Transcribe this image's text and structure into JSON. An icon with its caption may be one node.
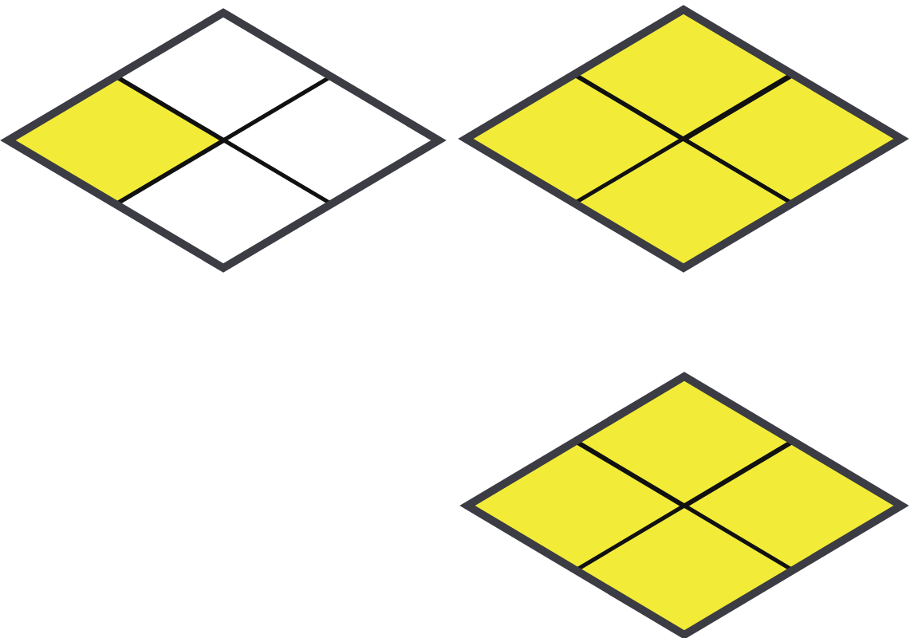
{
  "diagram": {
    "nodes": [
      {
        "text": [],
        "shape": "diamond"
      },
      {
        "text": [],
        "shape": "diamond",
        "in": 0
      },
      {
        "text": [],
        "shape": "diamond",
        "in": 0
      },
      {
        "text": [],
        "shape": "diamond",
        "in": 0
      },
      {
        "text": [],
        "shape": "diamond",
        "in": 0
      },
      {
        "text": [],
        "shape": "diamond"
      },
      {
        "text": [],
        "shape": "diamond",
        "in": 5
      },
      {
        "text": [],
        "shape": "diamond",
        "in": 5
      },
      {
        "text": [],
        "shape": "diamond",
        "in": 5
      },
      {
        "text": [],
        "shape": "diamond",
        "in": 5
      },
      {
        "text": [],
        "shape": "diamond"
      },
      {
        "text": [],
        "shape": "diamond",
        "in": 10
      },
      {
        "text": [],
        "shape": "diamond",
        "in": 10
      },
      {
        "text": [],
        "shape": "diamond",
        "in": 10
      },
      {
        "text": [],
        "shape": "diamond",
        "in": 10
      }
    ]
  }
}
